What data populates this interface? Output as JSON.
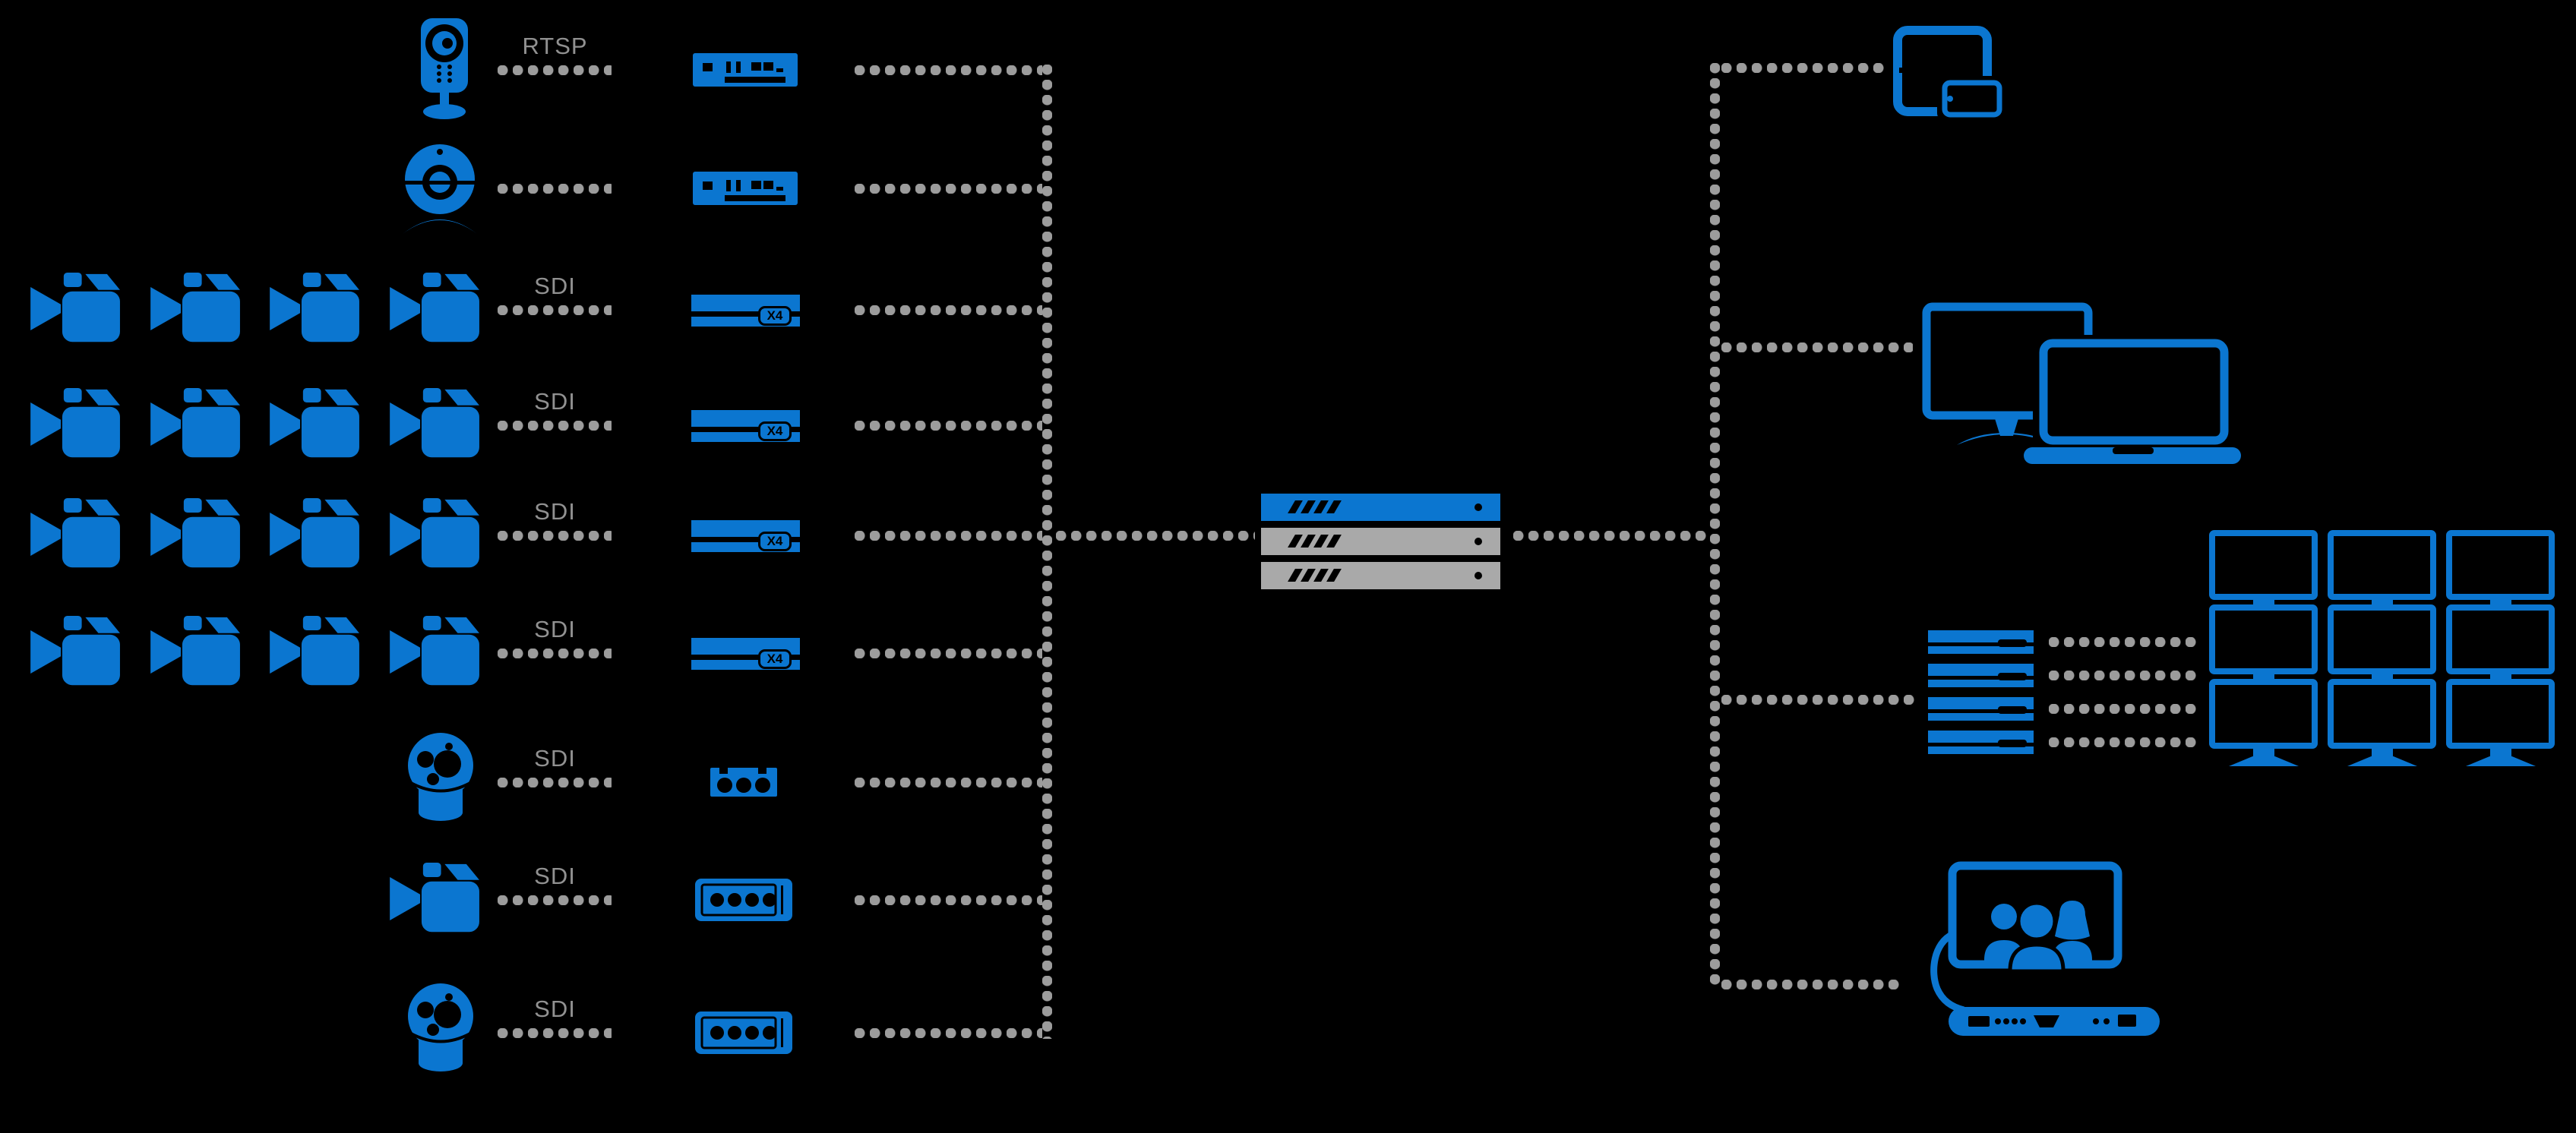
{
  "colors": {
    "background": "#000000",
    "accent_blue": "#0b76d0",
    "connector_dot_gray": "#9c9c9c",
    "server_gray": "#a9a9a9",
    "label_gray": "#919191"
  },
  "sources": [
    {
      "icon": "ip-camera",
      "label": "RTSP"
    },
    {
      "icon": "usb-webcam",
      "label": ""
    },
    {
      "icon": "sdi-camera-group",
      "camera_count": 4,
      "label": "SDI",
      "encoder_badge": "X4"
    },
    {
      "icon": "sdi-camera-group",
      "camera_count": 4,
      "label": "SDI",
      "encoder_badge": "X4"
    },
    {
      "icon": "sdi-camera-group",
      "camera_count": 4,
      "label": "SDI",
      "encoder_badge": "X4"
    },
    {
      "icon": "sdi-camera-group",
      "camera_count": 4,
      "label": "SDI",
      "encoder_badge": "X4"
    },
    {
      "icon": "ptz-dome-camera",
      "label": "SDI"
    },
    {
      "icon": "sdi-camera",
      "label": "SDI"
    },
    {
      "icon": "ptz-dome-camera",
      "label": "SDI"
    }
  ],
  "core_server_stack": {
    "unit_count": 3,
    "unit_colors": [
      "blue",
      "gray",
      "gray"
    ]
  },
  "outputs": {
    "mobile_devices": {
      "icon": "tablet-and-phone"
    },
    "desktop_devices": {
      "icon": "monitor-and-laptop"
    },
    "video_wall": {
      "server_unit_count": 4,
      "wall_rows": 3,
      "wall_cols": 3,
      "monitor_count": 9
    },
    "video_conference": {
      "icon": "video-conference-system"
    }
  }
}
